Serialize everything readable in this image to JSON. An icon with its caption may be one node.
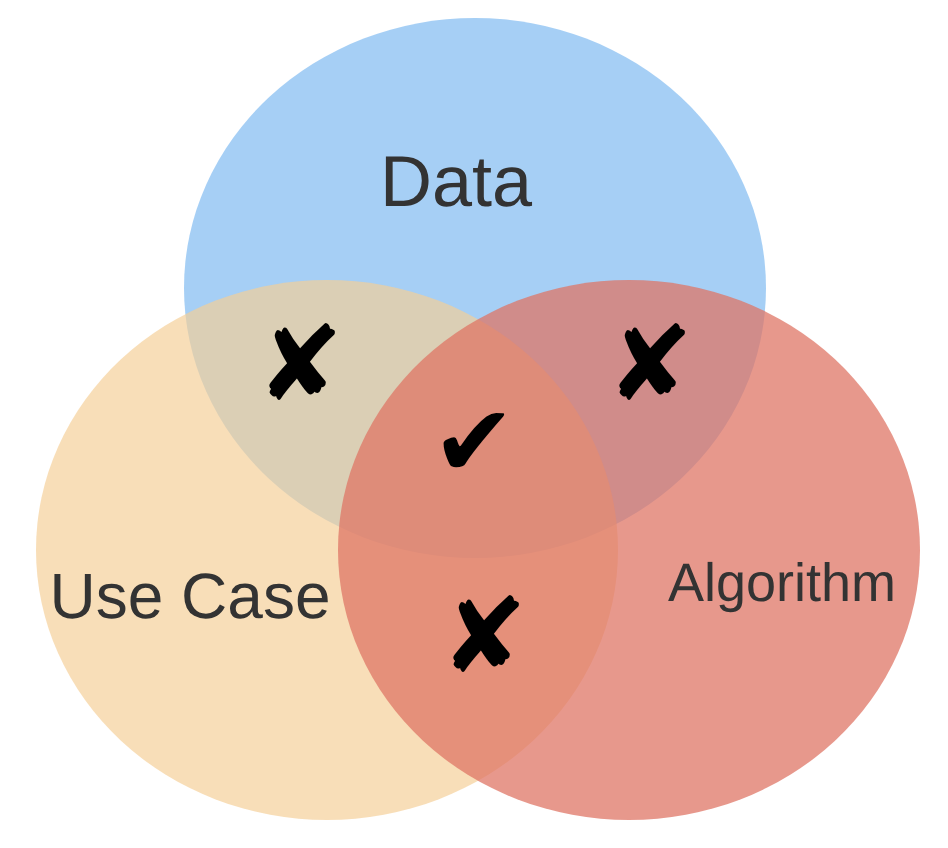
{
  "diagram": {
    "nodes": [
      {
        "text": [
          "Data"
        ]
      },
      {
        "text": [
          "Use Case"
        ]
      },
      {
        "text": [
          "Algorithm"
        ]
      }
    ],
    "labels": [
      "✘",
      "✘",
      "✔",
      "✘"
    ]
  }
}
